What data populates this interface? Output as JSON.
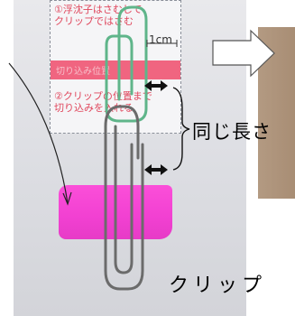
{
  "card": {
    "line1": "①浮沈子はさむして\nクリップではさむ",
    "band": "切り込み位置",
    "line2": "②クリップの位置まで\n切り込みを入れる"
  },
  "labels": {
    "cm": "1cm",
    "same_length": "同じ長さ",
    "clip": "クリップ"
  },
  "colors": {
    "tape": "#f42fd0",
    "band": "#ee4b6b",
    "green_clip": "#5fb58a"
  }
}
